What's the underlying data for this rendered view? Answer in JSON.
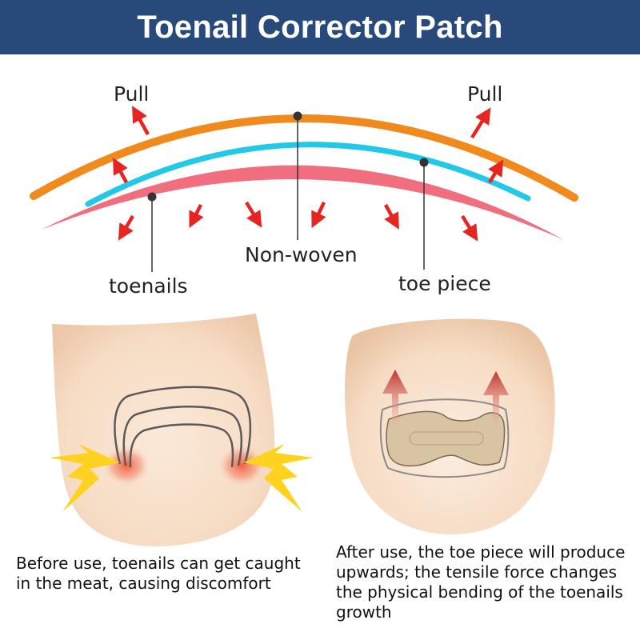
{
  "header": {
    "title": "Toenail Corrector Patch",
    "background_color": "#284A7A"
  },
  "layer_diagram": {
    "pull_left": "Pull",
    "pull_right": "Pull",
    "labels": {
      "non_woven": "Non-woven",
      "toenails": "toenails",
      "toe_piece": "toe piece"
    },
    "colors": {
      "non_woven_layer": "#F08A1C",
      "toe_piece_layer": "#22C8E8",
      "toenail_layer": "#F06E7E",
      "arrows": "#E52521",
      "pointer_dot": "#333333"
    }
  },
  "before_panel": {
    "caption": "Before use, toenails can get caught in the meat, causing discomfort",
    "colors": {
      "skin": "#F6DCC4",
      "pain_bolt": "#FFD21F",
      "inflammation": "#F2573A"
    }
  },
  "after_panel": {
    "caption": "After use, the toe piece will produce upwards; the tensile force changes the physical bending of the toenails growth",
    "colors": {
      "skin": "#F6DCC4",
      "patch": "#D8C3A3",
      "arrow": "#C0352E"
    }
  }
}
